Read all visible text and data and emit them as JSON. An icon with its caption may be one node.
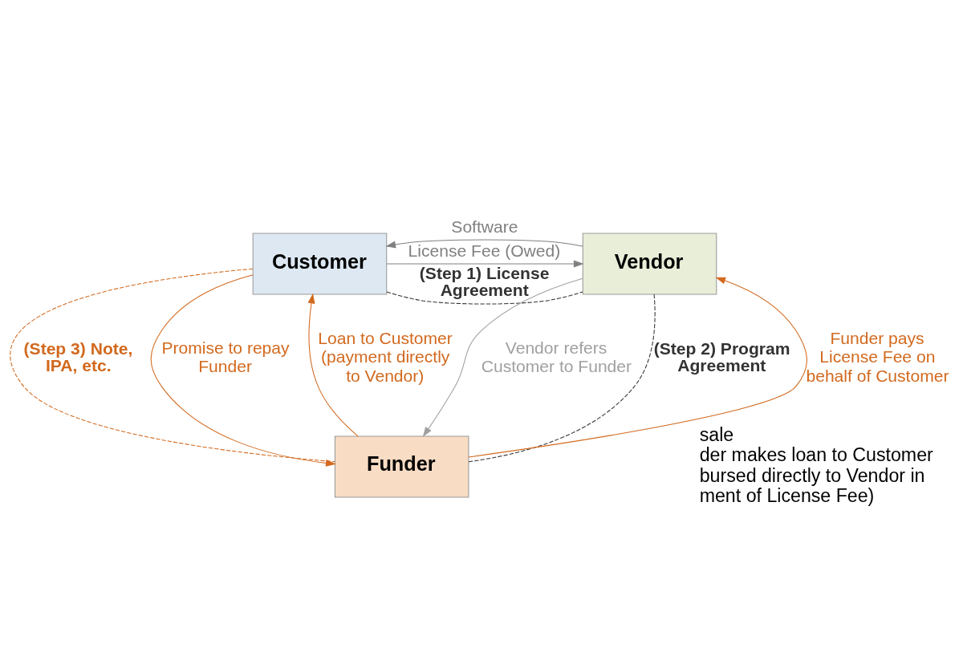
{
  "diagram": {
    "nodes": [
      {
        "text": [
          "Customer"
        ]
      },
      {
        "text": [
          "Vendor"
        ]
      },
      {
        "text": [
          "Funder"
        ]
      }
    ],
    "edges": [
      {
        "from": 1,
        "to": 0,
        "arrow": "to",
        "label": "Software",
        "color": "#808080"
      },
      {
        "from": 0,
        "to": 1,
        "arrow": "none",
        "label": "(Step 1) License Agreement",
        "style": "dashed",
        "color": "#333333"
      },
      {
        "from": 0,
        "to": 1,
        "arrow": "to",
        "label": "License Fee (Owed)",
        "color": "#808080"
      },
      {
        "from": 0,
        "to": 2,
        "arrow": "none",
        "label": "(Step 3) Note, IPA, etc.",
        "style": "dashed",
        "color": "#d2691e"
      },
      {
        "from": 0,
        "to": 2,
        "arrow": "to",
        "label": "Promise to repay Funder",
        "color": "#d2691e"
      },
      {
        "from": 2,
        "to": 0,
        "arrow": "to",
        "label": "Loan to Customer (payment directly to Vendor)",
        "color": "#d2691e"
      },
      {
        "from": 1,
        "to": 2,
        "arrow": "to",
        "label": "Vendor refers Customer to Funder",
        "color": "#a0a0a0"
      },
      {
        "from": 1,
        "to": 2,
        "arrow": "none",
        "label": "(Step 2) Program Agreement",
        "style": "dashed",
        "color": "#333333"
      },
      {
        "from": 2,
        "to": 1,
        "arrow": "to",
        "label": "Funder pays License Fee on behalf of Customer",
        "color": "#d2691e"
      }
    ],
    "labels": [
      "sale",
      "der makes loan to Customer",
      "bursed directly to Vendor in",
      "ment of License Fee)"
    ]
  }
}
